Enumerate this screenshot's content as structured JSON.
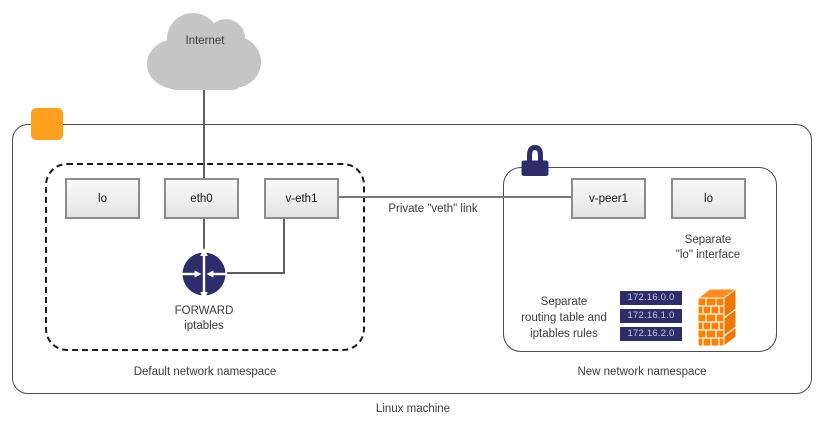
{
  "internet": {
    "label": "Internet"
  },
  "machine": {
    "label": "Linux machine"
  },
  "veth_link": {
    "label": "Private \"veth\" link"
  },
  "default_namespace": {
    "label": "Default network namespace",
    "interfaces": {
      "lo": "lo",
      "eth0": "eth0",
      "veth1": "v-eth1"
    },
    "forward": {
      "line1": "FORWARD",
      "line2": "iptables"
    }
  },
  "new_namespace": {
    "label": "New network namespace",
    "interfaces": {
      "vpeer1": "v-peer1",
      "lo": "lo"
    },
    "separate_lo": {
      "line1": "Separate",
      "line2": "\"lo\" interface"
    },
    "separate_routing": {
      "line1": "Separate",
      "line2": "routing table and",
      "line3": "iptables rules"
    },
    "routing_ips": [
      "172.16.0.0",
      "172.16.1.0",
      "172.16.2.0"
    ]
  },
  "colors": {
    "navy": "#2d2d6b",
    "tag_orange": "#ffa01f",
    "firewall_orange": "#ff8000",
    "cloud_gray": "#c5c5c5",
    "line_gray": "#5f5f5f"
  }
}
